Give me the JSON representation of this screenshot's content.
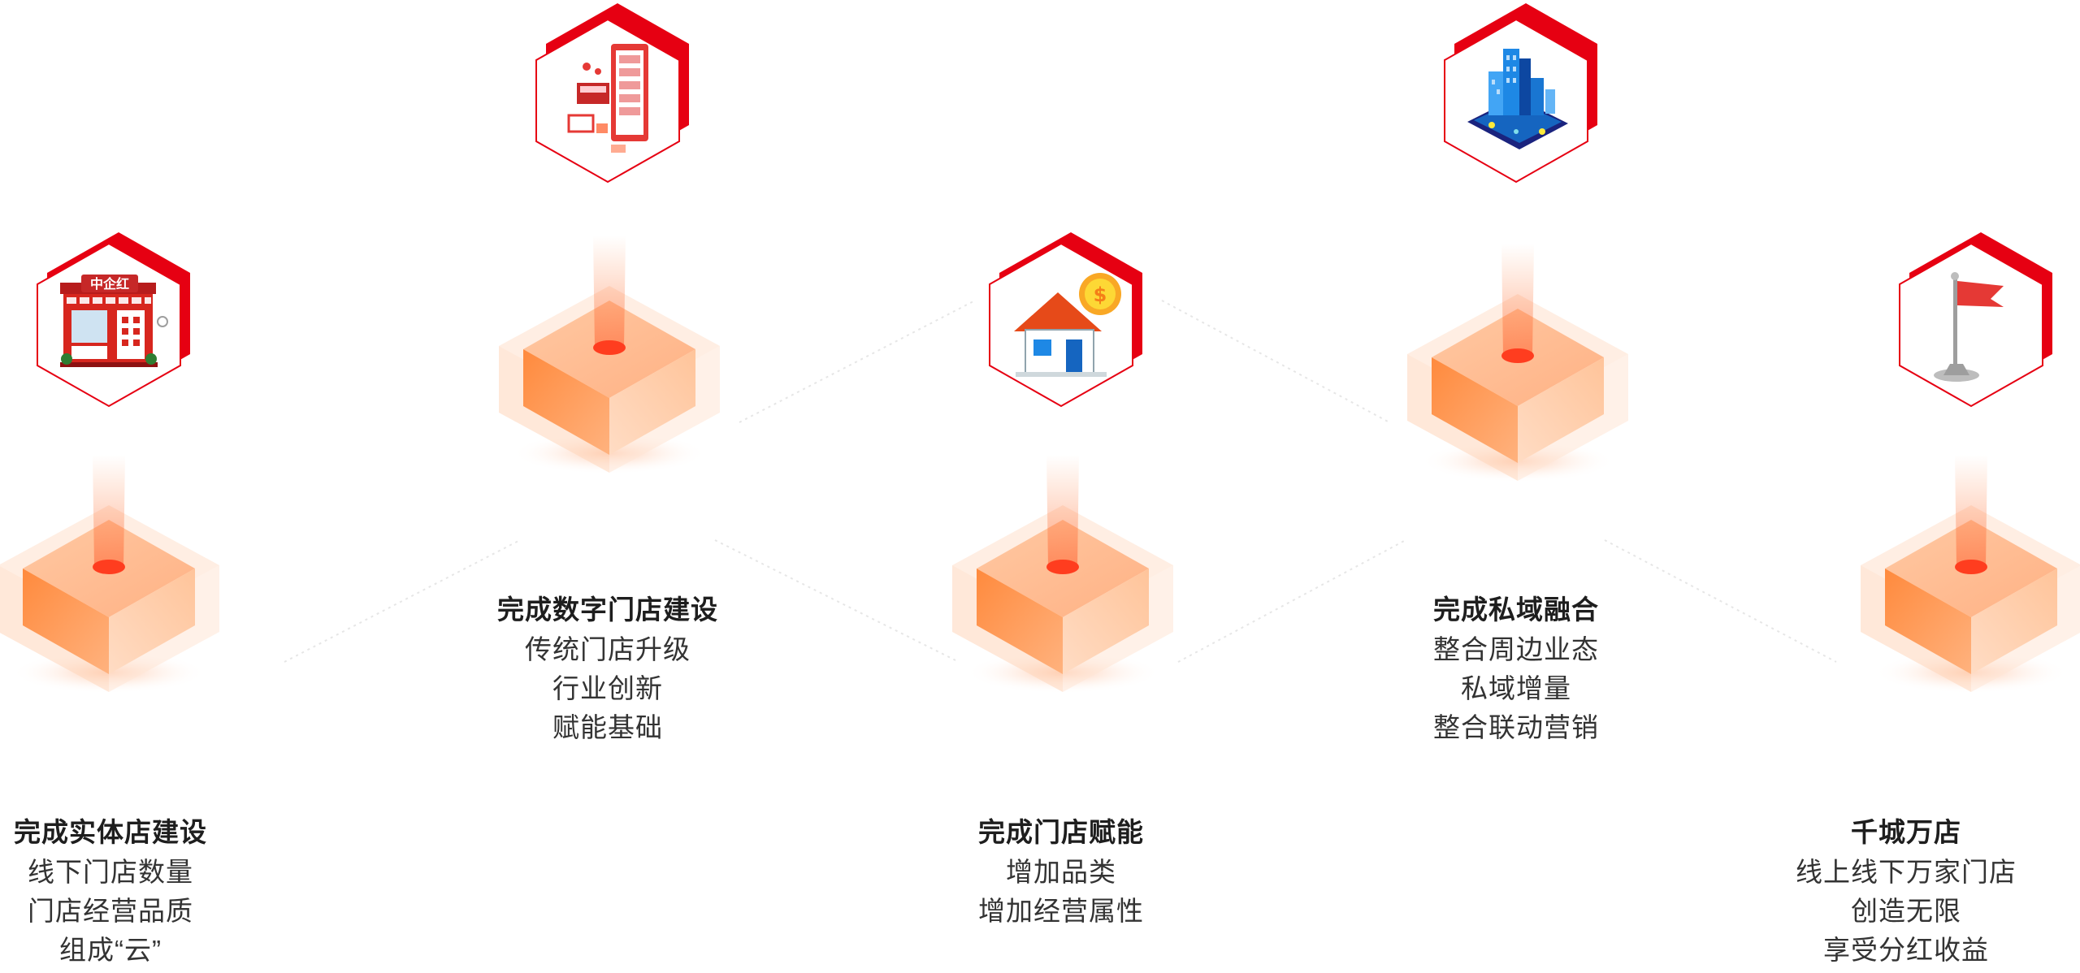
{
  "colors": {
    "accent": "#e60012",
    "cube_orange": "#ff8a3d",
    "cube_light": "#ffd2b3",
    "title_text": "#1e1e1e",
    "desc_text": "#333333"
  },
  "stages": [
    {
      "id": "physical-store",
      "icon": "storefront-icon",
      "sign": "中企红",
      "title": "完成实体店建设",
      "lines": [
        "线下门店数量",
        "门店经营品质",
        "组成“云”"
      ]
    },
    {
      "id": "digital-store",
      "icon": "digital-mall-icon",
      "title": "完成数字门店建设",
      "lines": [
        "传统门店升级",
        "行业创新",
        "赋能基础"
      ]
    },
    {
      "id": "store-empower",
      "icon": "house-coin-icon",
      "title": "完成门店赋能",
      "lines": [
        "增加品类",
        "增加经营属性"
      ]
    },
    {
      "id": "private-domain",
      "icon": "smart-city-icon",
      "title": "完成私域融合",
      "lines": [
        "整合周边业态",
        "私域增量",
        "整合联动营销"
      ]
    },
    {
      "id": "thousand-cities",
      "icon": "red-flag-icon",
      "title": "千城万店",
      "lines": [
        "线上线下万家门店",
        "创造无限",
        "享受分红收益"
      ]
    }
  ]
}
